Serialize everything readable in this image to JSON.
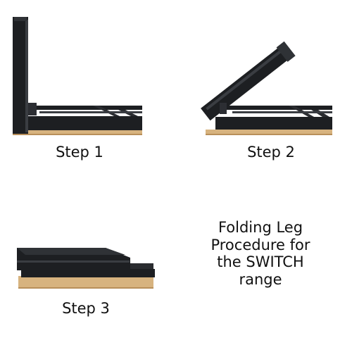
{
  "steps": [
    {
      "label": "Step 1",
      "fold_state": "leg upright"
    },
    {
      "label": "Step 2",
      "fold_state": "leg partially folded"
    },
    {
      "label": "Step 3",
      "fold_state": "leg folded flat"
    }
  ],
  "caption": {
    "lines": [
      "Folding Leg",
      "Procedure for",
      "the SWITCH",
      "range"
    ]
  },
  "colors": {
    "frame": "#1d1f22",
    "frame_highlight": "#3a3d42",
    "wood": "#d7b37f",
    "wood_edge": "#b88f5a",
    "text": "#111111",
    "background": "#ffffff"
  }
}
